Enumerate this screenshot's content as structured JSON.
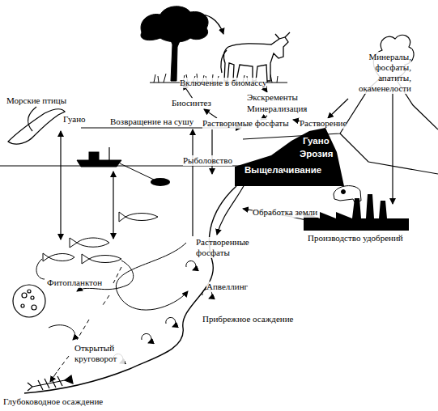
{
  "diagram": {
    "nodes": [
      {
        "text": [
          "Гуано",
          "Эрозия",
          "Выщелачивание"
        ]
      }
    ],
    "labels": [
      "Морские птицы",
      "Гуано",
      "Возвращение на сушу",
      "Рыболовство",
      "Включение в биомассу",
      "Биосинтез",
      "Экскременты",
      "Минерализация",
      "Растворимые фосфаты",
      "Растворение",
      "Минералы, фосфаты, апатиты, окаменелости",
      "Обработка земли",
      "Производство удобрений",
      "Растворенные фосфаты",
      "Фитопланктон",
      "Апвеллинг",
      "Прибрежное осаждение",
      "Открытый круговорот",
      "Глубоководное осаждение"
    ]
  }
}
